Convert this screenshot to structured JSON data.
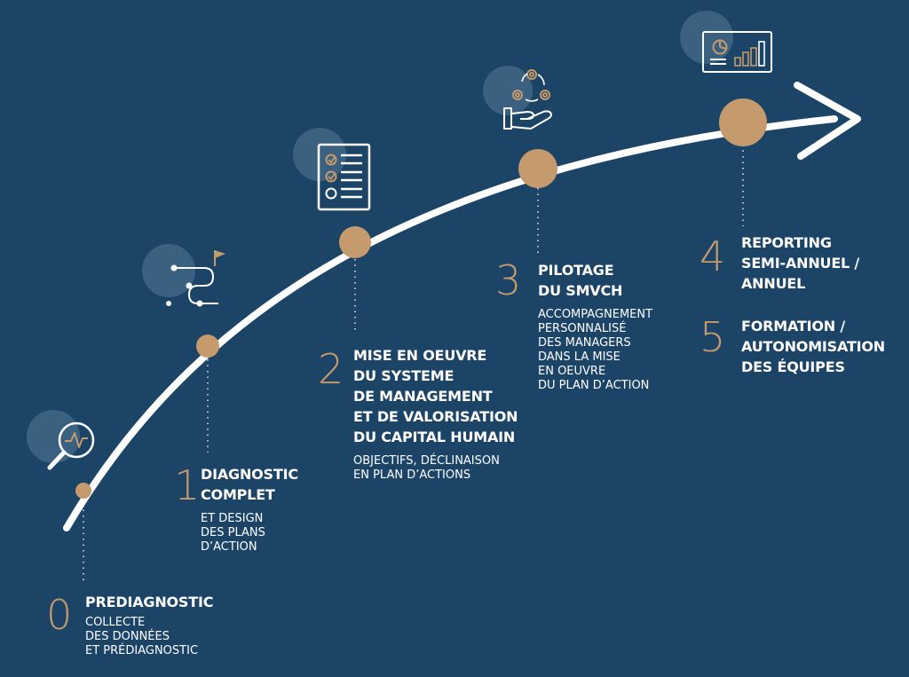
{
  "colors": {
    "background": "#1c4466",
    "accent": "#c59a6d",
    "curve": "#ffffff",
    "icon_halo": "#3b6181"
  },
  "steps": [
    {
      "number": "0",
      "title": [
        "PREDIAGNOSTIC"
      ],
      "description": [
        "COLLECTE",
        "DES DONNÉES",
        "ET PRÉDIAGNOSTIC"
      ],
      "icon": "magnifier-pulse-icon"
    },
    {
      "number": "1",
      "title": [
        "DIAGNOSTIC",
        "COMPLET"
      ],
      "description": [
        "ET DESIGN",
        "DES PLANS",
        "D’ACTION"
      ],
      "icon": "path-flag-icon"
    },
    {
      "number": "2",
      "title": [
        "MISE EN OEUVRE",
        "DU SYSTEME",
        "DE MANAGEMENT",
        "ET DE VALORISATION",
        "DU CAPITAL HUMAIN"
      ],
      "description": [
        "OBJECTIFS, DÉCLINAISON",
        "EN PLAN D’ACTIONS"
      ],
      "icon": "checklist-icon"
    },
    {
      "number": "3",
      "title": [
        "PILOTAGE",
        "DU SMVCH"
      ],
      "description": [
        "ACCOMPAGNEMENT",
        "PERSONNALISÉ",
        "DES MANAGERS",
        "DANS LA MISE",
        "EN OEUVRE",
        "DU PLAN D’ACTION"
      ],
      "icon": "hand-gears-icon"
    },
    {
      "number": "4",
      "title": [
        "REPORTING",
        "SEMI-ANNUEL /",
        "ANNUEL"
      ],
      "description": [],
      "icon": "dashboard-chart-icon"
    },
    {
      "number": "5",
      "title": [
        "FORMATION /",
        "AUTONOMISATION",
        "DES ÉQUIPES"
      ],
      "description": []
    }
  ]
}
